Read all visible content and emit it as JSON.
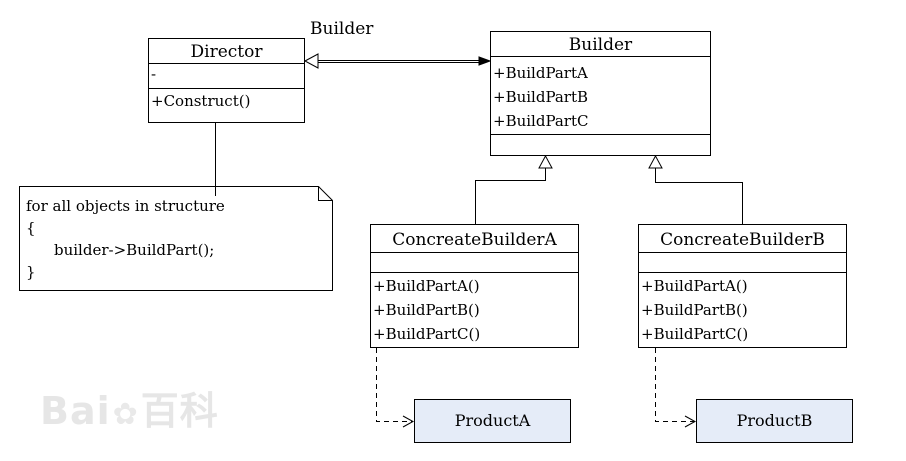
{
  "diagram": {
    "director": {
      "name": "Director",
      "attributes": [
        "-"
      ],
      "operations": [
        "+Construct()"
      ]
    },
    "builder": {
      "name": "Builder",
      "operations": [
        "+BuildPartA",
        "+BuildPartB",
        "+BuildPartC"
      ]
    },
    "association_label": "Builder",
    "concrete_a": {
      "name": "ConcreateBuilderA",
      "operations": [
        "+BuildPartA()",
        "+BuildPartB()",
        "+BuildPartC()"
      ]
    },
    "concrete_b": {
      "name": "ConcreateBuilderB",
      "operations": [
        "+BuildPartA()",
        "+BuildPartB()",
        "+BuildPartC()"
      ]
    },
    "product_a": "ProductA",
    "product_b": "ProductB",
    "note": {
      "line1": "for all objects in structure",
      "line2": "{",
      "line3": "builder->BuildPart();",
      "line4": "}"
    }
  },
  "watermark": {
    "prefix": "Bai",
    "suffix": "百科"
  },
  "colors": {
    "product_fill": "#e5ecf8",
    "line": "#000000",
    "watermark": "#e6e6e6"
  }
}
